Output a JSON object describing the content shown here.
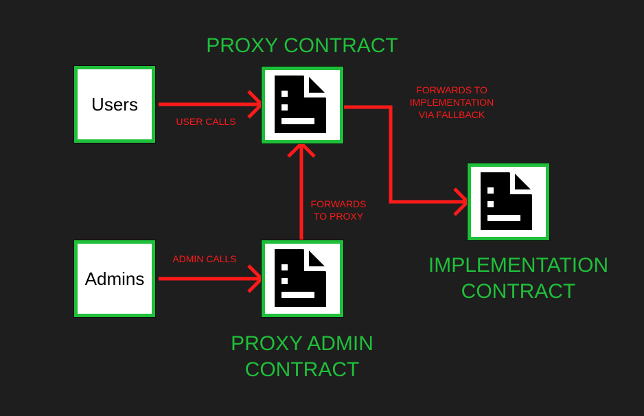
{
  "nodes": {
    "users": {
      "label": "Users"
    },
    "admins": {
      "label": "Admins"
    },
    "proxy": {
      "title": "PROXY CONTRACT"
    },
    "proxy_admin": {
      "title_line1": "PROXY ADMIN",
      "title_line2": "CONTRACT"
    },
    "implementation": {
      "title_line1": "IMPLEMENTATION",
      "title_line2": "CONTRACT"
    }
  },
  "edges": {
    "user_calls": {
      "label": "USER CALLS"
    },
    "admin_calls": {
      "label": "ADMIN CALLS"
    },
    "forwards_to_proxy": {
      "line1": "FORWARDS",
      "line2": "TO PROXY"
    },
    "forwards_to_implementation": {
      "line1": "FORWARDS TO",
      "line2": "IMPLEMENTATION",
      "line3": "VIA FALLBACK"
    }
  },
  "colors": {
    "background": "#1e1e1e",
    "node_border": "#1fbf3a",
    "title_text": "#1fbf3a",
    "arrow": "#ff1a1a",
    "edge_text": "#ff1a1a"
  },
  "icons": {
    "contract": "document-icon"
  }
}
